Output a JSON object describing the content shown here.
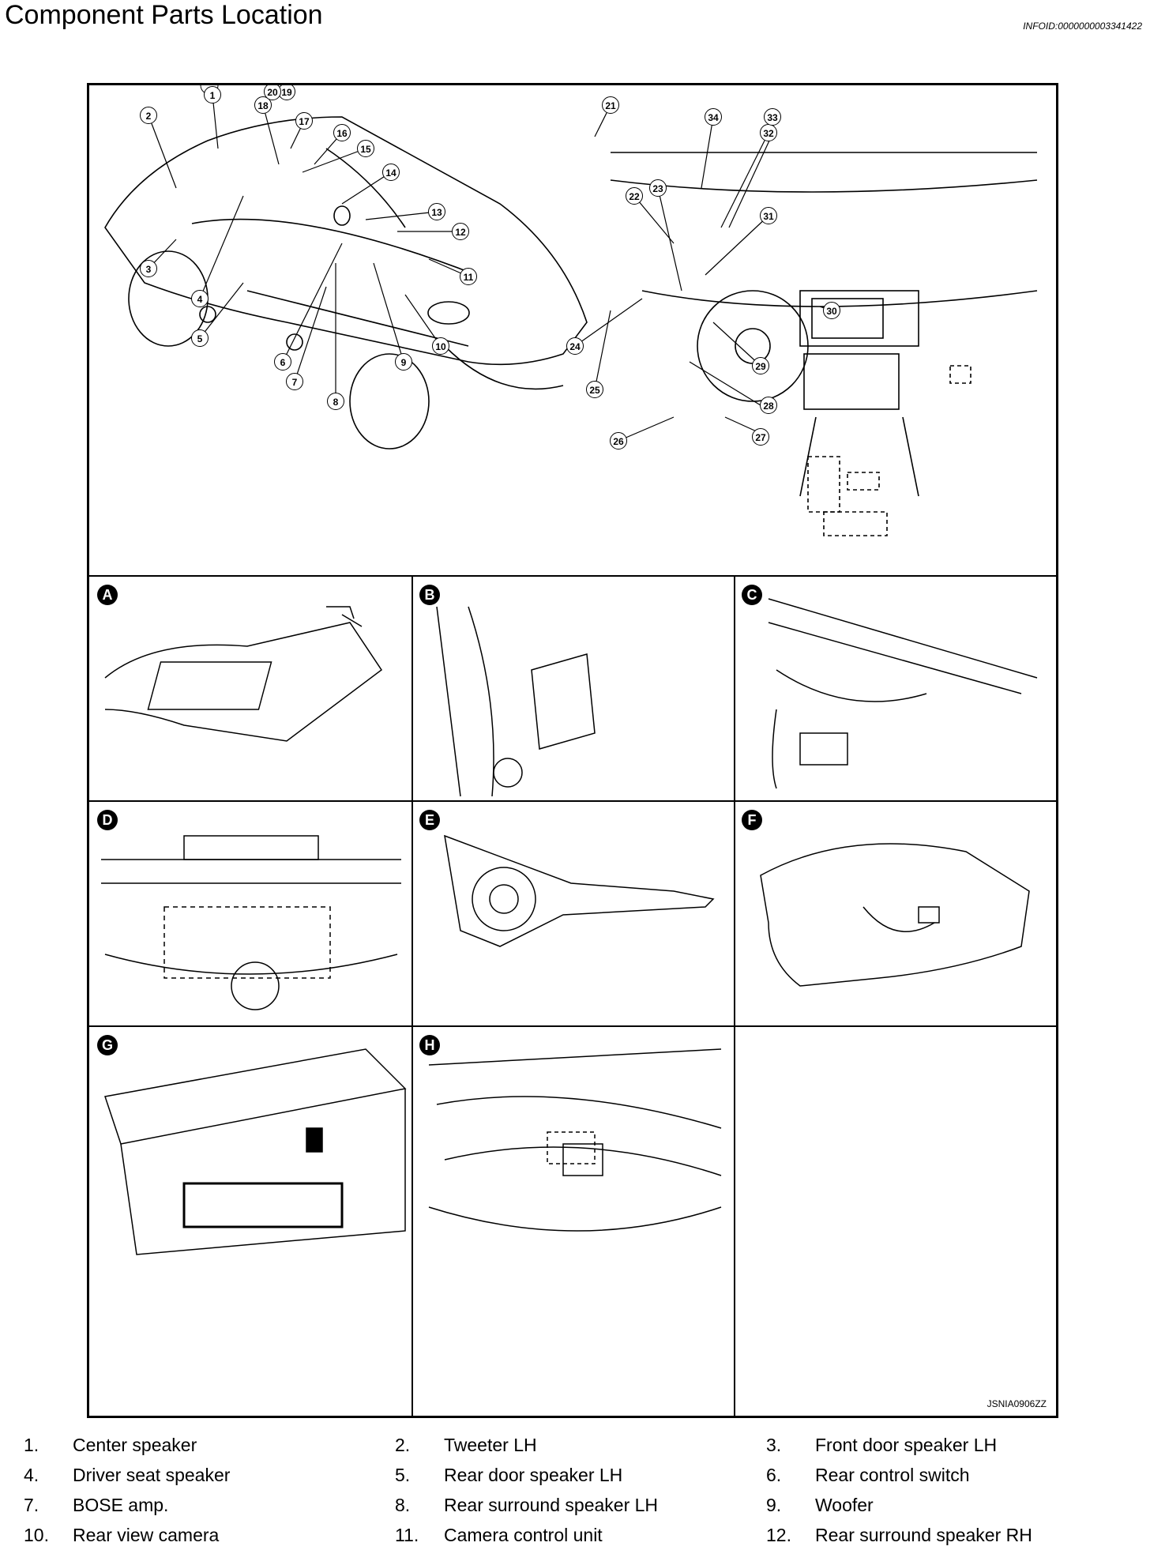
{
  "header": {
    "title": "Component Parts Location",
    "info_id": "INFOID:0000000003341422"
  },
  "figure": {
    "code": "JSNIA0906ZZ",
    "callout_numbers": [
      "1",
      "2",
      "3",
      "4",
      "5",
      "6",
      "7",
      "8",
      "9",
      "10",
      "11",
      "12",
      "13",
      "14",
      "15",
      "16",
      "17",
      "18",
      "19",
      "20",
      "21",
      "22",
      "23",
      "24",
      "25",
      "26",
      "27",
      "28",
      "29",
      "30",
      "31",
      "32",
      "33",
      "34"
    ],
    "panel_letters": [
      "A",
      "B",
      "C",
      "D",
      "E",
      "F",
      "G",
      "H"
    ]
  },
  "legend": [
    {
      "num": "1.",
      "text": "Center speaker"
    },
    {
      "num": "2.",
      "text": "Tweeter LH"
    },
    {
      "num": "3.",
      "text": "Front door speaker LH"
    },
    {
      "num": "4.",
      "text": "Driver seat speaker"
    },
    {
      "num": "5.",
      "text": "Rear door speaker LH"
    },
    {
      "num": "6.",
      "text": "Rear control switch"
    },
    {
      "num": "7.",
      "text": "BOSE amp."
    },
    {
      "num": "8.",
      "text": "Rear surround speaker LH"
    },
    {
      "num": "9.",
      "text": "Woofer"
    },
    {
      "num": "10.",
      "text": "Rear view camera"
    },
    {
      "num": "11.",
      "text": "Camera control unit"
    },
    {
      "num": "12.",
      "text": "Rear surround speaker RH"
    }
  ]
}
